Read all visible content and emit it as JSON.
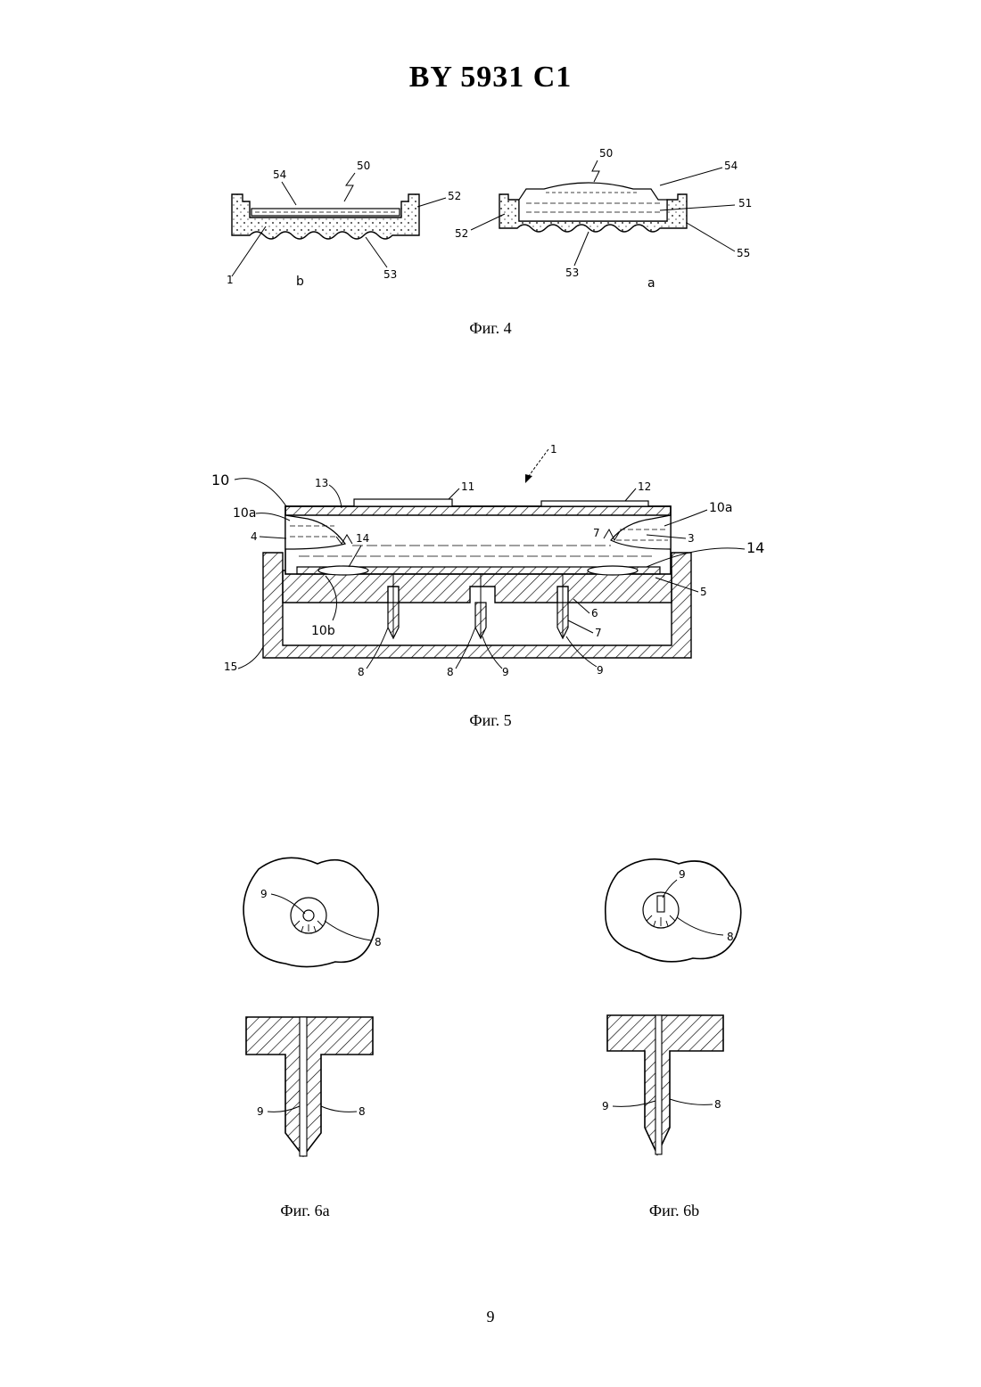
{
  "header": {
    "title": "BY 5931 C1"
  },
  "figures": {
    "fig4": {
      "caption": "Фиг. 4",
      "sub_b": {
        "label": "b",
        "callouts": [
          "54",
          "50",
          "52",
          "1",
          "53"
        ]
      },
      "sub_a": {
        "label": "a",
        "callouts": [
          "50",
          "54",
          "51",
          "52",
          "55",
          "53"
        ]
      }
    },
    "fig5": {
      "caption": "Фиг. 5",
      "callouts": [
        "1",
        "10",
        "13",
        "11",
        "12",
        "10a",
        "10a",
        "4",
        "14",
        "7",
        "3",
        "14",
        "5",
        "10b",
        "6",
        "7",
        "15",
        "8",
        "8",
        "9",
        "9"
      ]
    },
    "fig6a": {
      "caption": "Фиг. 6a",
      "callouts_top": [
        "9",
        "8"
      ],
      "callouts_bottom": [
        "9",
        "8"
      ]
    },
    "fig6b": {
      "caption": "Фиг. 6b",
      "callouts_top": [
        "9",
        "8"
      ],
      "callouts_bottom": [
        "9",
        "8"
      ]
    }
  },
  "page_number": "9"
}
